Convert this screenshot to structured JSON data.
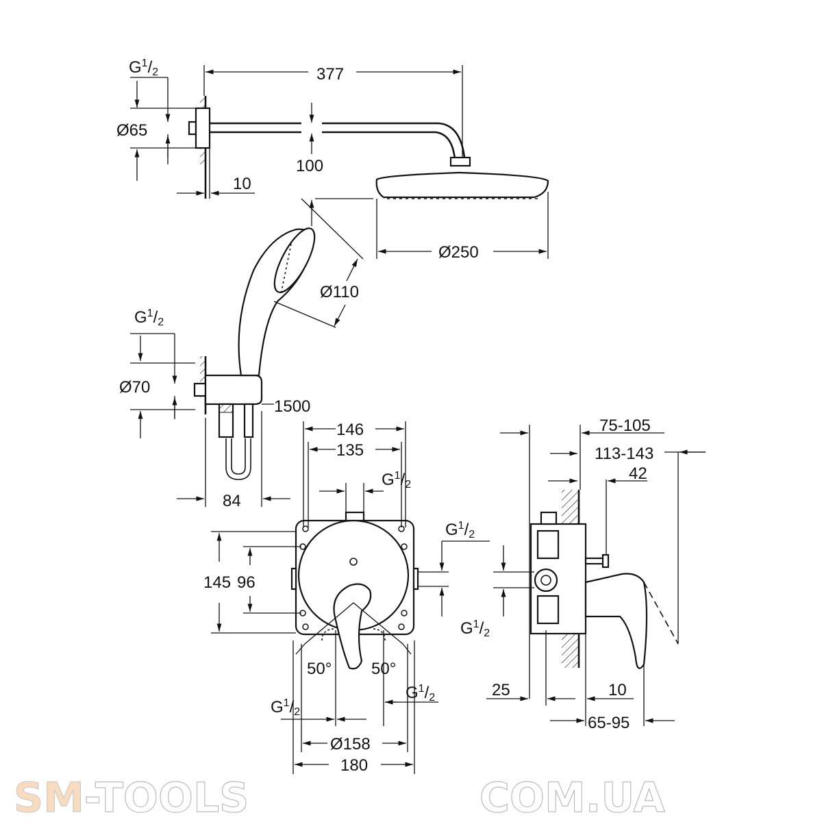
{
  "diagram": {
    "thread_label": {
      "base": "G",
      "num": "1",
      "den": "2"
    },
    "shower_arm": {
      "diameter": "Ø65",
      "length": "377",
      "drop": "100",
      "flange": "10"
    },
    "head_shower": {
      "diameter": "Ø250"
    },
    "hand_shower": {
      "diameter": "Ø110",
      "outlet_diameter": "Ø70",
      "hose": "1500",
      "projection": "84"
    },
    "mixer_front": {
      "width_outer": "146",
      "width_inner": "135",
      "height_outer": "145",
      "height_inner": "96",
      "angle_left": "50°",
      "angle_right": "50°",
      "cover_diameter": "Ø158",
      "cover_width": "180"
    },
    "mixer_side": {
      "depth_range": "75-105",
      "depth_range_2": "113-143",
      "handle_offset": "42",
      "wall": "25",
      "cover": "10",
      "installation_range": "65-95"
    }
  },
  "watermark": {
    "line1_a": "SM",
    "line1_b": "-TOOLS",
    "line2": "COM.UA"
  }
}
